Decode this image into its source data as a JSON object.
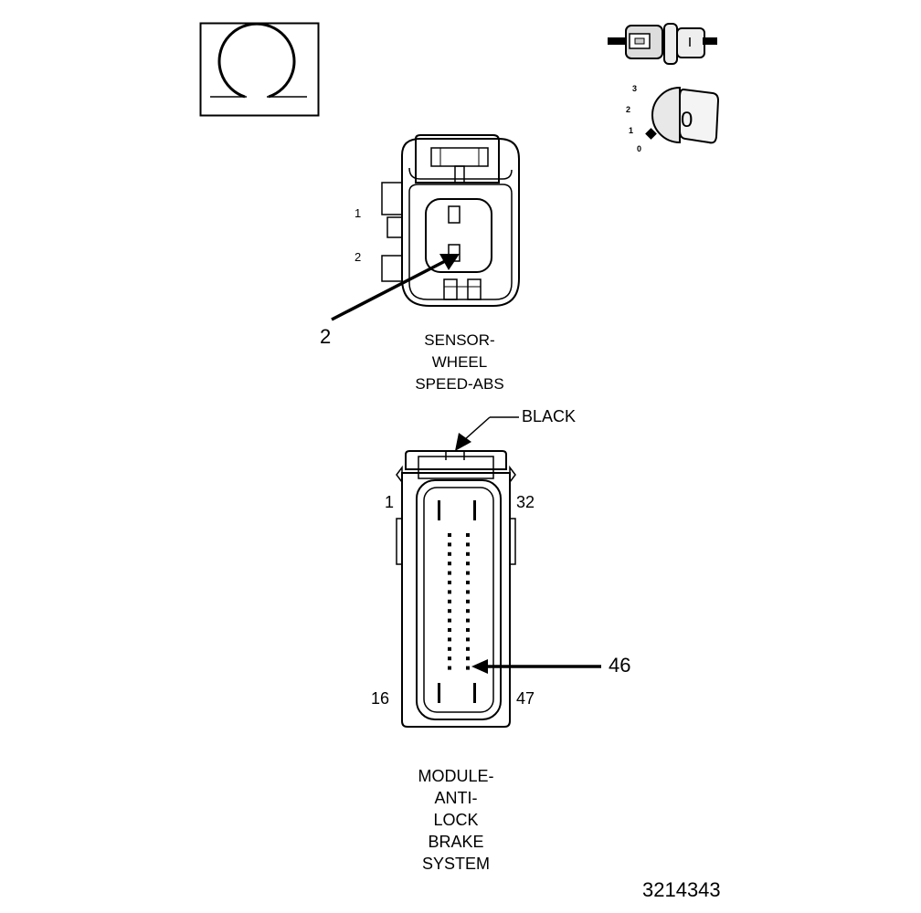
{
  "ohm_icon": {
    "name": "ohm-meter-icon"
  },
  "connector_icon": {
    "name": "unplugged-connector-icon"
  },
  "ignition_icon": {
    "name": "ignition-switch-icon",
    "positions": [
      "3",
      "2",
      "1",
      "0"
    ],
    "key_label": "0"
  },
  "sensor_connector": {
    "pin_labels": [
      "1",
      "2"
    ],
    "callout": "2",
    "caption_lines": [
      "SENSOR-",
      "WHEEL",
      "SPEED-ABS"
    ]
  },
  "module_connector": {
    "color_label": "BLACK",
    "corner_labels": {
      "top_left": "1",
      "top_right": "32",
      "bottom_left": "16",
      "bottom_right": "47"
    },
    "callout": "46",
    "pin_rows": 15,
    "pin_columns": 2,
    "caption_lines": [
      "MODULE-",
      "ANTI-",
      "LOCK",
      "BRAKE",
      "SYSTEM"
    ]
  },
  "figure_id": "3214343"
}
